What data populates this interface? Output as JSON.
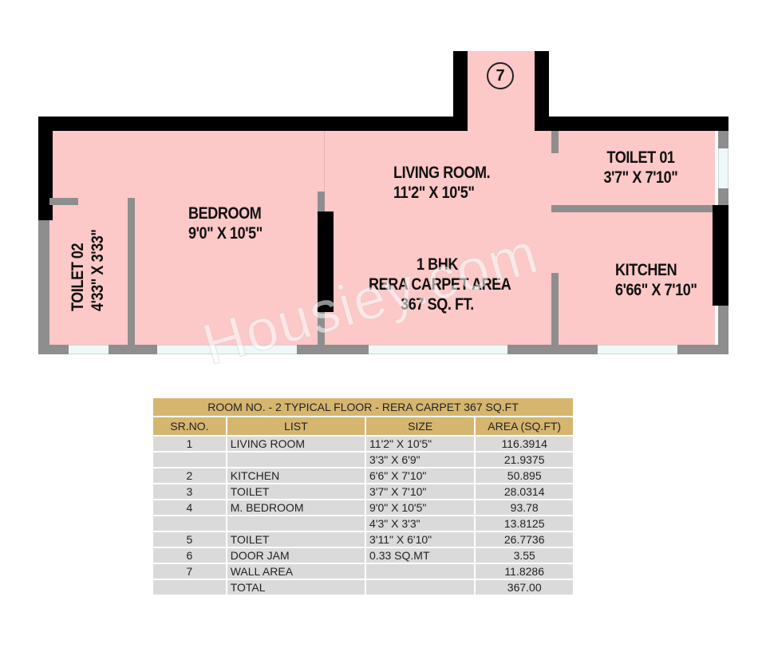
{
  "floor_plan": {
    "marker": "7",
    "rooms": {
      "bedroom": {
        "name": "BEDROOM",
        "size": "9'0\" X 10'5\""
      },
      "living_room": {
        "name": "LIVING ROOM.",
        "size": "11'2\" X 10'5\""
      },
      "toilet_01": {
        "name": "TOILET 01",
        "size": "3'7\" X 7'10\""
      },
      "kitchen": {
        "name": "KITCHEN",
        "size": "6'66\" X 7'10\""
      },
      "toilet_02": {
        "name": "TOILET 02",
        "size": "4'33\" X 3'33\""
      }
    },
    "summary": {
      "type": "1 BHK",
      "area_label": "RERA CARPET AREA",
      "area_value": "367 SQ. FT."
    },
    "watermark": "Housiey.com",
    "colors": {
      "room_fill": "#fdc8c8",
      "exterior_wall": "#000000",
      "interior_wall": "#8e8e8e",
      "window": "#eef8f8"
    }
  },
  "area_table": {
    "title": "ROOM NO. - 2 TYPICAL FLOOR - RERA CARPET 367 SQ.FT",
    "headers": [
      "SR.NO.",
      "LIST",
      "SIZE",
      "AREA (SQ.FT)"
    ],
    "rows": [
      {
        "sr": "1",
        "list": "LIVING ROOM",
        "size": "11'2\" X 10'5\"",
        "area": "116.3914"
      },
      {
        "sr": "",
        "list": "",
        "size": "3'3\" X 6'9\"",
        "area": "21.9375"
      },
      {
        "sr": "2",
        "list": "KITCHEN",
        "size": "6'6\" X 7'10\"",
        "area": "50.895"
      },
      {
        "sr": "3",
        "list": "TOILET",
        "size": "3'7\" X 7'10\"",
        "area": "28.0314"
      },
      {
        "sr": "4",
        "list": "M. BEDROOM",
        "size": "9'0\" X 10'5\"",
        "area": "93.78"
      },
      {
        "sr": "",
        "list": "",
        "size": "4'3\" X 3'3\"",
        "area": "13.8125"
      },
      {
        "sr": "5",
        "list": "TOILET",
        "size": "3'11\" X 6'10\"",
        "area": "26.7736"
      },
      {
        "sr": "6",
        "list": "DOOR JAM",
        "size": "0.33 SQ.MT",
        "area": "3.55"
      },
      {
        "sr": "7",
        "list": "WALL AREA",
        "size": "",
        "area": "11.8286"
      },
      {
        "sr": "",
        "list": "TOTAL",
        "size": "",
        "area": "367.00"
      }
    ],
    "colors": {
      "header_bg": "#d6b56f",
      "row_bg": "#dadada"
    }
  }
}
